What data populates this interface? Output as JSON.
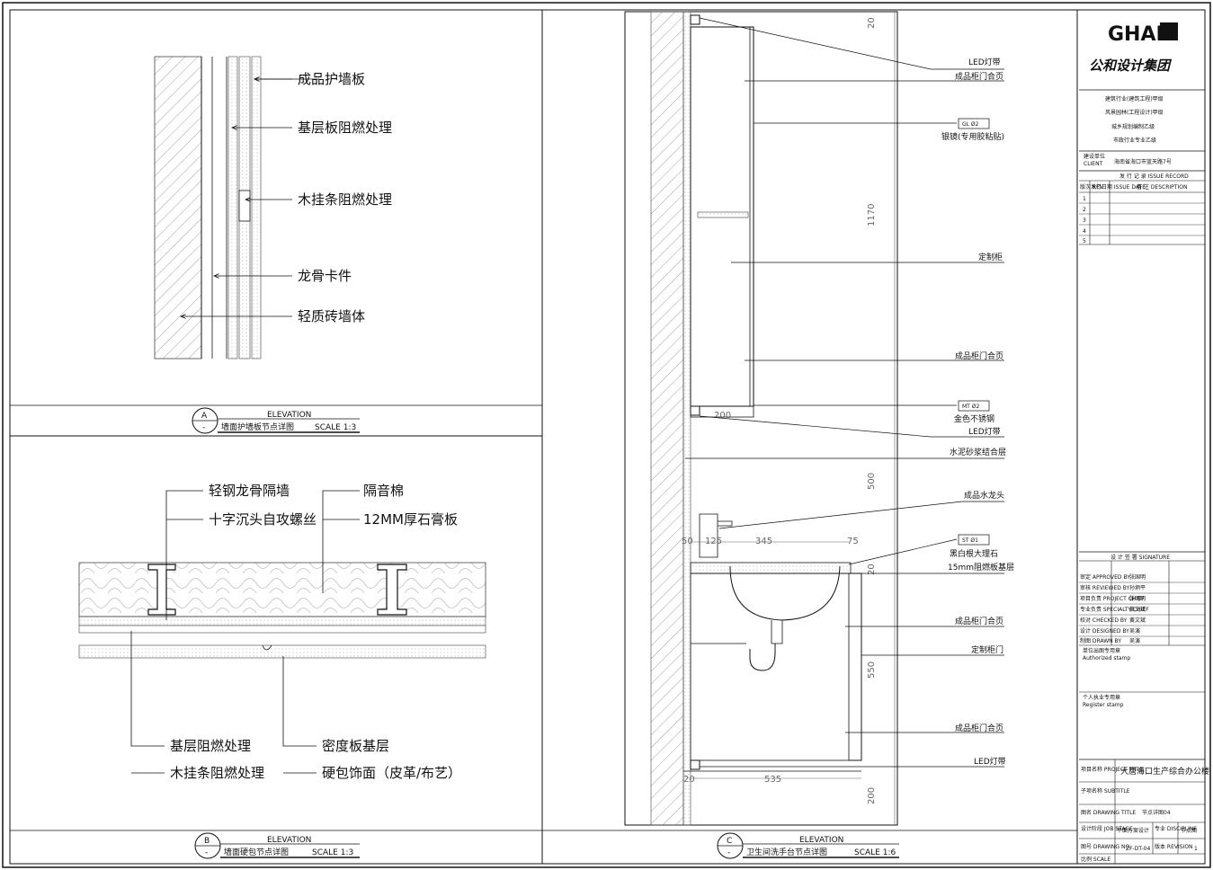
{
  "title_block": {
    "logo_text": "GHAD",
    "company_name": "公和设计集团",
    "qualifications": [
      "建筑行业(建筑工程)甲级",
      "风景园林(工程设计)甲级",
      "城乡规划编制乙级",
      "市政行业专业乙级"
    ],
    "client_label_cn": "建设单位",
    "client_label_en": "CLIENT",
    "client_value": "海南省海口市蓝天路7号",
    "issue_header": "发 行 记 录  ISSUE RECORD",
    "issue_cols": [
      "版次 REV",
      "发行日期 ISSUE DATE",
      "备 注 DESCRIPTION"
    ],
    "issue_rows": [
      "1",
      "2",
      "3",
      "4",
      "5"
    ],
    "sign_header": "设 计 签 署  SIGNATURE",
    "sign_rows": [
      {
        "role": "审定 APPROVED BY",
        "name": "张国明"
      },
      {
        "role": "审核 REVIEWED BY",
        "name": "孙炳平"
      },
      {
        "role": "项目负责 PROJECT CHIEF",
        "name": "张明明"
      },
      {
        "role": "专业负责 SPECIALTY CHIEF",
        "name": "黄文斌"
      },
      {
        "role": "校对 CHECKED BY",
        "name": "黄文斌"
      },
      {
        "role": "设计 DESIGNED BY",
        "name": "吴演"
      },
      {
        "role": "制图 DRAWN BY",
        "name": "吴演"
      }
    ],
    "stamp_label": "单位出图专用章",
    "stamp_label_en": "Authorized stamp",
    "personal_stamp": "个人执业专用章",
    "personal_stamp_en": "Register stamp",
    "project_label": "项目名称 PROJECT TITLE",
    "project_value": "大唐海口生产综合办公楼",
    "subtitle_label": "子项名称 SUBTITLE",
    "drawing_label": "图名 DRAWING TITLE",
    "drawing_value": "节点详图04",
    "phase_label": "设计阶段 JOB STAGE",
    "phase_value": "平面方案设计",
    "type_label": "专业 DISCIPLINE",
    "type_value": "节点图",
    "no_label": "图号 DRAWING NO.",
    "no_value": "ZF-DT-04",
    "rev_label": "版本 REVISION",
    "rev_value": "1",
    "scale_label": "比例 SCALE"
  },
  "panel_a": {
    "callouts": [
      "成品护墙板",
      "基层板阻燃处理",
      "木挂条阻燃处理",
      "龙骨卡件",
      "轻质砖墙体"
    ],
    "badge_letter": "A",
    "badge_dash": "-",
    "view": "ELEVATION",
    "title": "墙面护墙板节点详图",
    "scale": "SCALE 1:3"
  },
  "panel_b": {
    "callouts_top": [
      "轻钢龙骨隔墙",
      "十字沉头自攻螺丝",
      "隔音棉",
      "12MM厚石膏板"
    ],
    "callouts_bottom": [
      "基层阻燃处理",
      "木挂条阻燃处理",
      "密度板基层",
      "硬包饰面（皮革/布艺）"
    ],
    "badge_letter": "B",
    "badge_dash": "-",
    "view": "ELEVATION",
    "title": "墙面硬包节点详图",
    "scale": "SCALE 1:3"
  },
  "panel_c": {
    "callouts": [
      "LED灯带",
      "成品柜门合页",
      "银镜(专用胶粘贴)",
      "定制柜",
      "成品柜门合页",
      "金色不锈钢",
      "LED灯带",
      "水泥砂浆结合层",
      "成品水龙头",
      "黑白根大理石",
      "15mm阻燃板基层",
      "成品柜门合页",
      "定制柜门",
      "成品柜门合页",
      "LED灯带"
    ],
    "tags": [
      "GL  Ø2",
      "MT  Ø2",
      "ST  Ø1"
    ],
    "dimensions": [
      "1170",
      "500",
      "550",
      "200",
      "200",
      "345",
      "75",
      "125",
      "50",
      "535",
      "20",
      "20"
    ],
    "badge_letter": "C",
    "badge_dash": "-",
    "view": "ELEVATION",
    "title": "卫生间洗手台节点详图",
    "scale": "SCALE 1:6"
  }
}
